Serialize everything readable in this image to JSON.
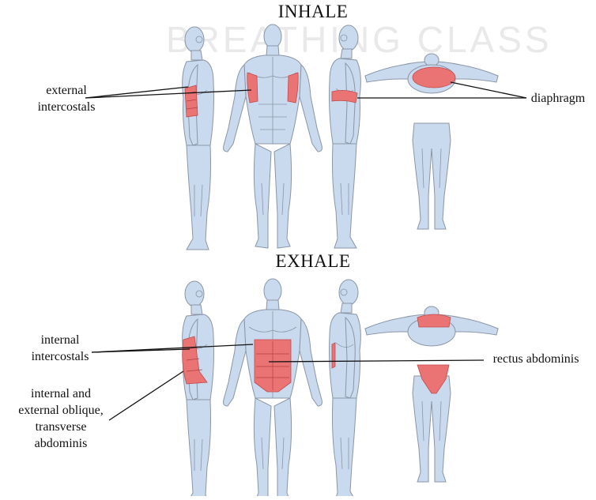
{
  "sections": {
    "inhale": {
      "title": "INHALE",
      "labels": {
        "external_intercostals": [
          "external",
          "intercostals"
        ],
        "diaphragm": [
          "diaphragm"
        ]
      }
    },
    "exhale": {
      "title": "EXHALE",
      "labels": {
        "internal_intercostals": [
          "internal",
          "intercostals"
        ],
        "rectus_abdominis": [
          "rectus abdominis"
        ],
        "obliques_transverse": [
          "internal and",
          "external oblique,",
          "transverse",
          "abdominis"
        ]
      }
    }
  },
  "watermark": "BREATHING CLASS",
  "colors": {
    "body": "#c9d9ee",
    "outline": "#8a96a6",
    "muscle_highlight": "#ea7474",
    "leader_line": "#111111"
  }
}
